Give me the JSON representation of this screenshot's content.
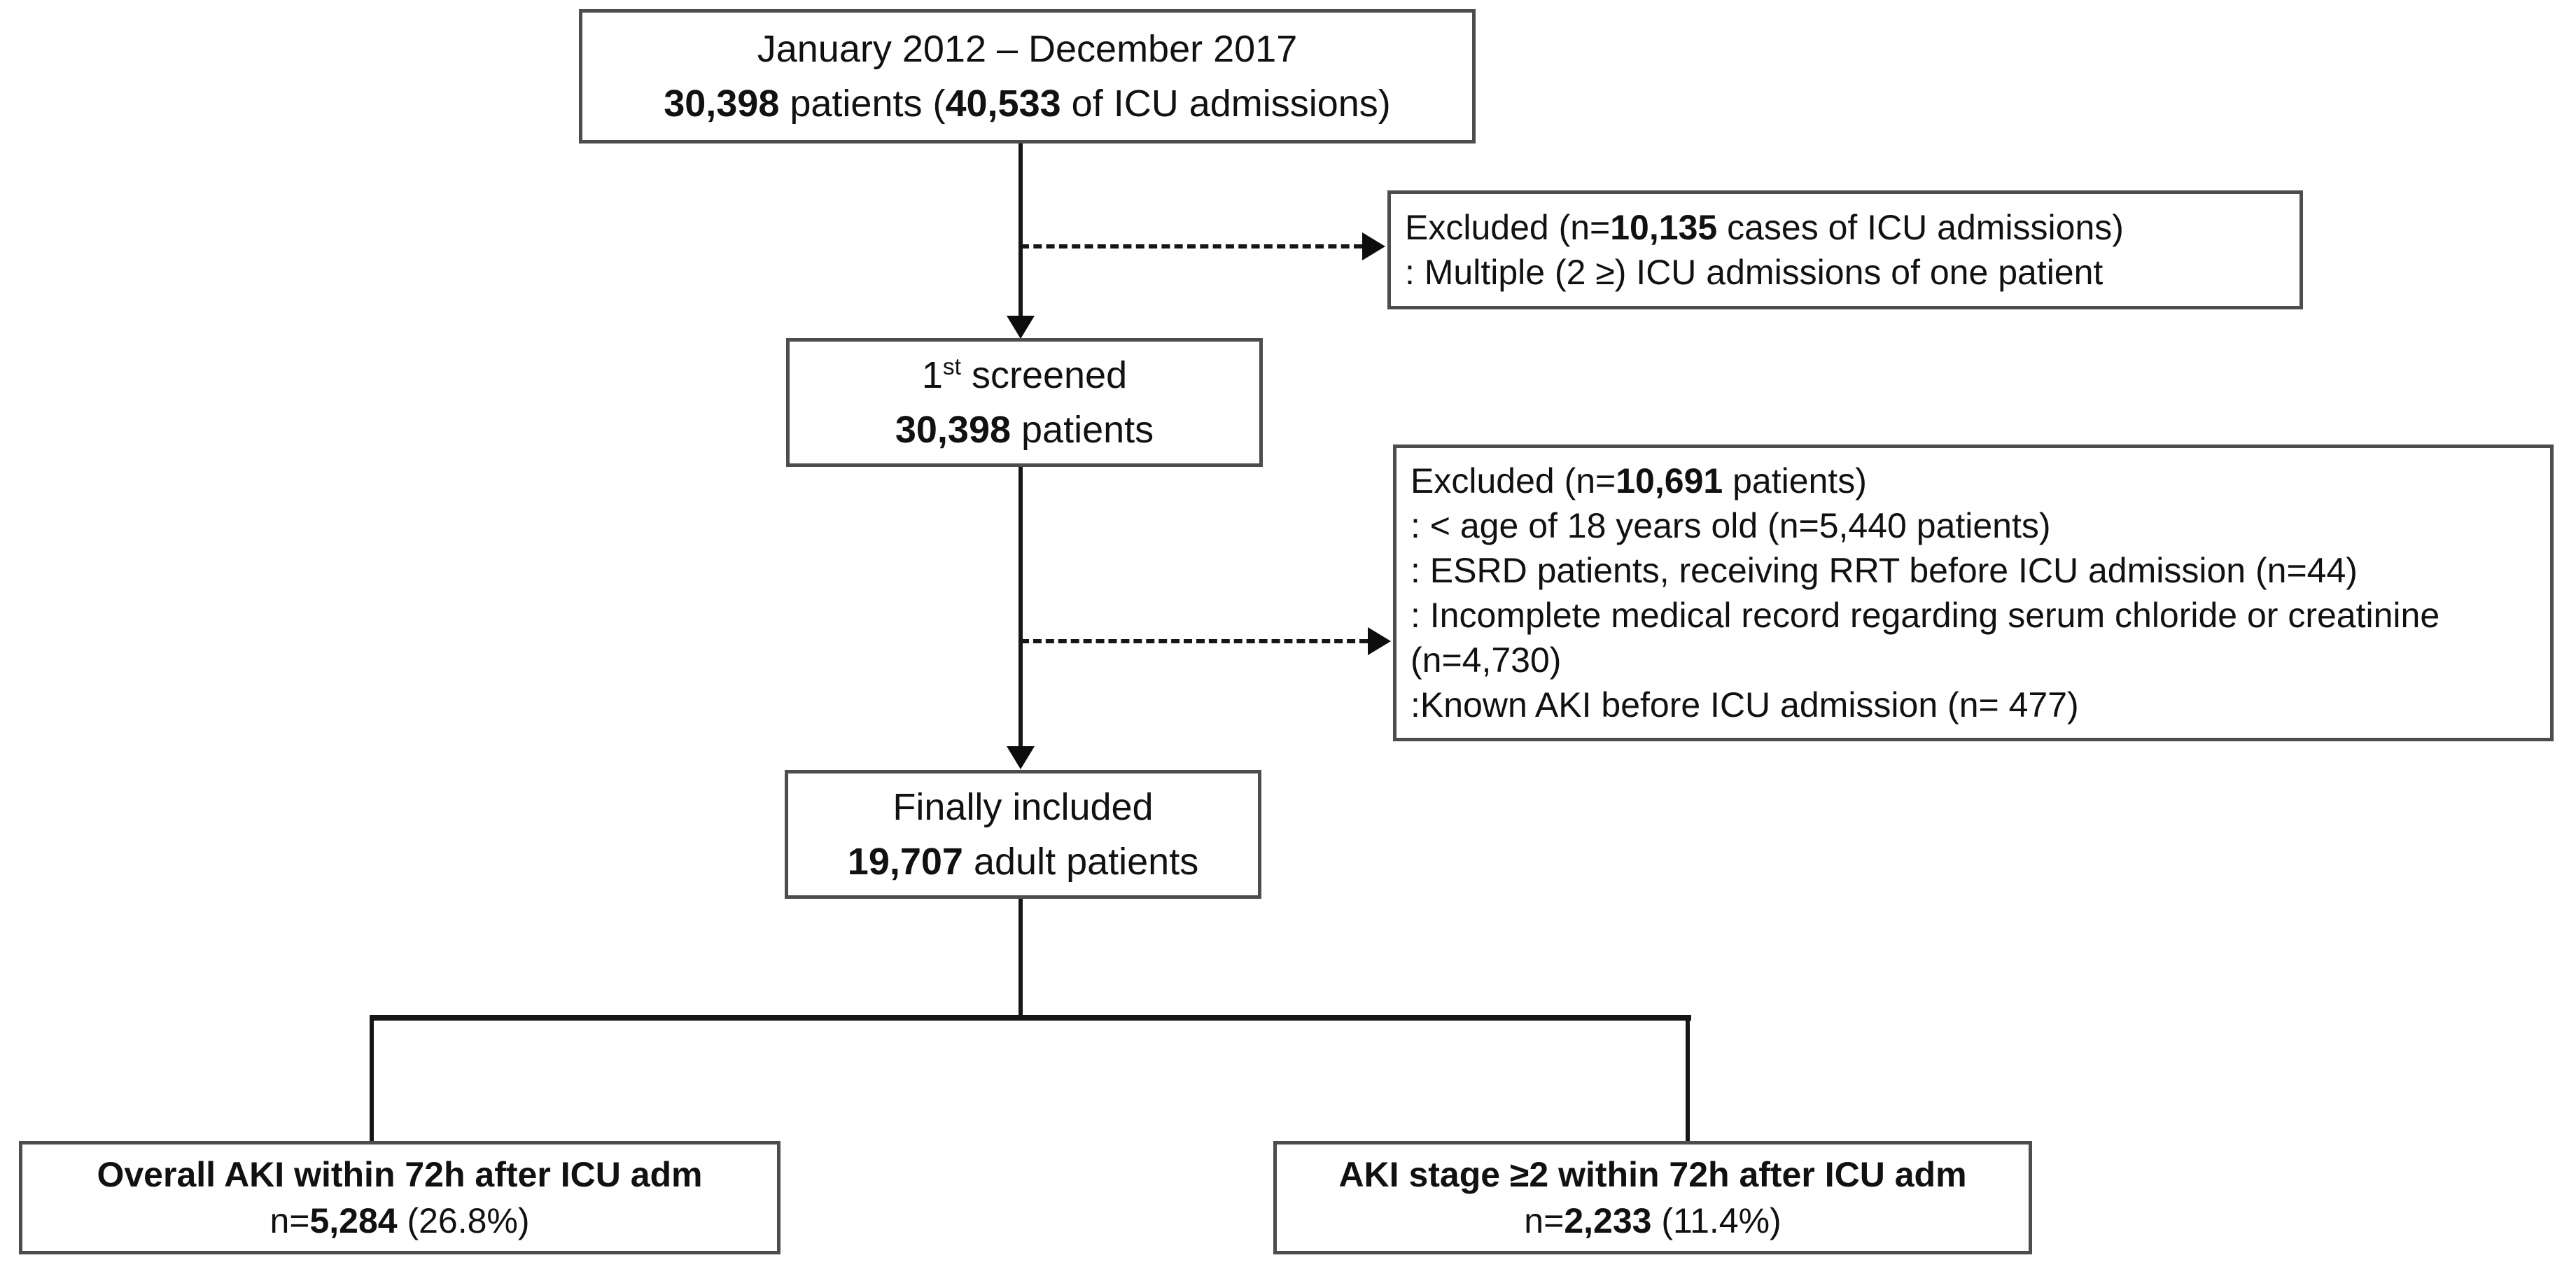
{
  "colors": {
    "background": "#ffffff",
    "box_border": "#4d4d4d",
    "connector_line": "#161616",
    "text": "#111111"
  },
  "boxes": {
    "period": {
      "line1": "January 2012 – December 2017",
      "patients_count": "30,398",
      "mid": " patients (",
      "admissions_count": "40,533",
      "suffix": " of ICU admissions)"
    },
    "excluded1": {
      "prefix": "Excluded (n=",
      "count": "10,135",
      "suffix": " cases of ICU admissions)",
      "reason": ": Multiple (2 ≥) ICU admissions of one patient"
    },
    "screened": {
      "ordinal": "1",
      "ordinal_sup": "st",
      "label": " screened",
      "count": "30,398",
      "suffix": " patients"
    },
    "excluded2": {
      "prefix": "Excluded (n=",
      "count": "10,691",
      "suffix": " patients)",
      "reasons": [
        ": < age of 18 years old (n=5,440 patients)",
        ": ESRD patients, receiving RRT before ICU admission (n=44)",
        ": Incomplete medical record regarding serum chloride or creatinine",
        "(n=4,730)",
        ":Known AKI before ICU admission (n= 477)"
      ]
    },
    "included": {
      "line1": "Finally included",
      "count": "19,707",
      "suffix": " adult patients"
    },
    "overall_aki": {
      "title": "Overall AKI within 72h after ICU adm",
      "n_prefix": "n=",
      "count": "5,284",
      "pct": " (26.8%)"
    },
    "aki_stage2": {
      "title": "AKI stage ≥2 within 72h after ICU adm",
      "n_prefix": "n=",
      "count": "2,233",
      "pct": " (11.4%)"
    }
  }
}
